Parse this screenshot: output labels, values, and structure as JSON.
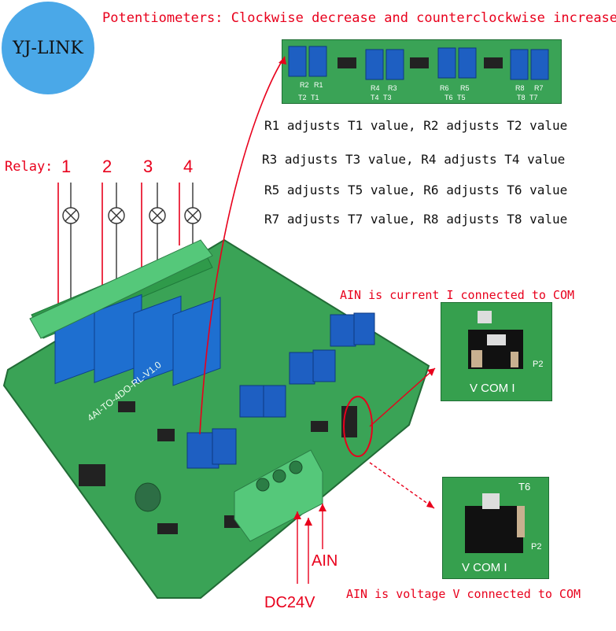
{
  "logo": {
    "text": "YJ-LINK"
  },
  "header": {
    "title": "Potentiometers: Clockwise decrease and counterclockwise increase"
  },
  "adjustments": [
    "R1 adjusts T1 value, R2 adjusts T2 value",
    "R3 adjusts T3 value, R4 adjusts T4 value",
    "R5 adjusts T5 value, R6 adjusts T6 value",
    "R7 adjusts T7 value, R8 adjusts T8 value"
  ],
  "relay": {
    "label": "Relay:",
    "numbers": [
      "1",
      "2",
      "3",
      "4"
    ]
  },
  "callouts": {
    "current": "AIN is current I connected to COM",
    "voltage": "AIN is voltage V connected to COM"
  },
  "jumper_top": {
    "pin_labels": "V COM I",
    "header_label": "P2"
  },
  "jumper_bottom": {
    "pin_labels": "V COM I",
    "header_label": "P2",
    "extra_label": "T6"
  },
  "board": {
    "model": "4AI-TO-4DO-RL-V1.0",
    "pot_labels": [
      "R1",
      "R2",
      "R3",
      "R4",
      "R5",
      "R6",
      "R7",
      "R8"
    ],
    "test_points": [
      "T2",
      "T1",
      "T4",
      "T3",
      "T6",
      "T5",
      "T8",
      "T7"
    ]
  },
  "terminals": {
    "ain": "AIN",
    "power": "DC24V"
  },
  "colors": {
    "accent_red": "#e8001c",
    "logo_blue": "#4aa8e8",
    "pcb_green": "#3aa356",
    "relay_blue": "#1e6fd0"
  }
}
